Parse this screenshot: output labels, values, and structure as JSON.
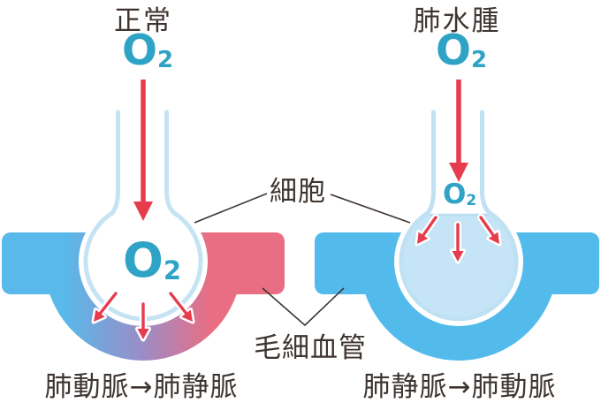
{
  "o2": {
    "symbol": "O",
    "subscript": "2"
  },
  "left_panel": {
    "title": "正常",
    "flow_label": "肺動脈→肺静脈"
  },
  "right_panel": {
    "title": "肺水腫",
    "flow_label": "肺静脈→肺動脈"
  },
  "annotations": {
    "cell": "細胞",
    "capillary": "毛細血管"
  },
  "colors": {
    "oxygen_teal": "#2ea3c5",
    "arrow_red": "#e63c4e",
    "vein_pink": "#ea6e83",
    "artery_blue": "#53baec",
    "purple_mix": "#9b8cc6",
    "membrane_light_blue": "#c6e3f4",
    "edema_fluid": "#c5e5f7",
    "edema_fluid_edge": "#b9dcf0",
    "text_dark": "#3e3531",
    "background": "#ffffff"
  }
}
